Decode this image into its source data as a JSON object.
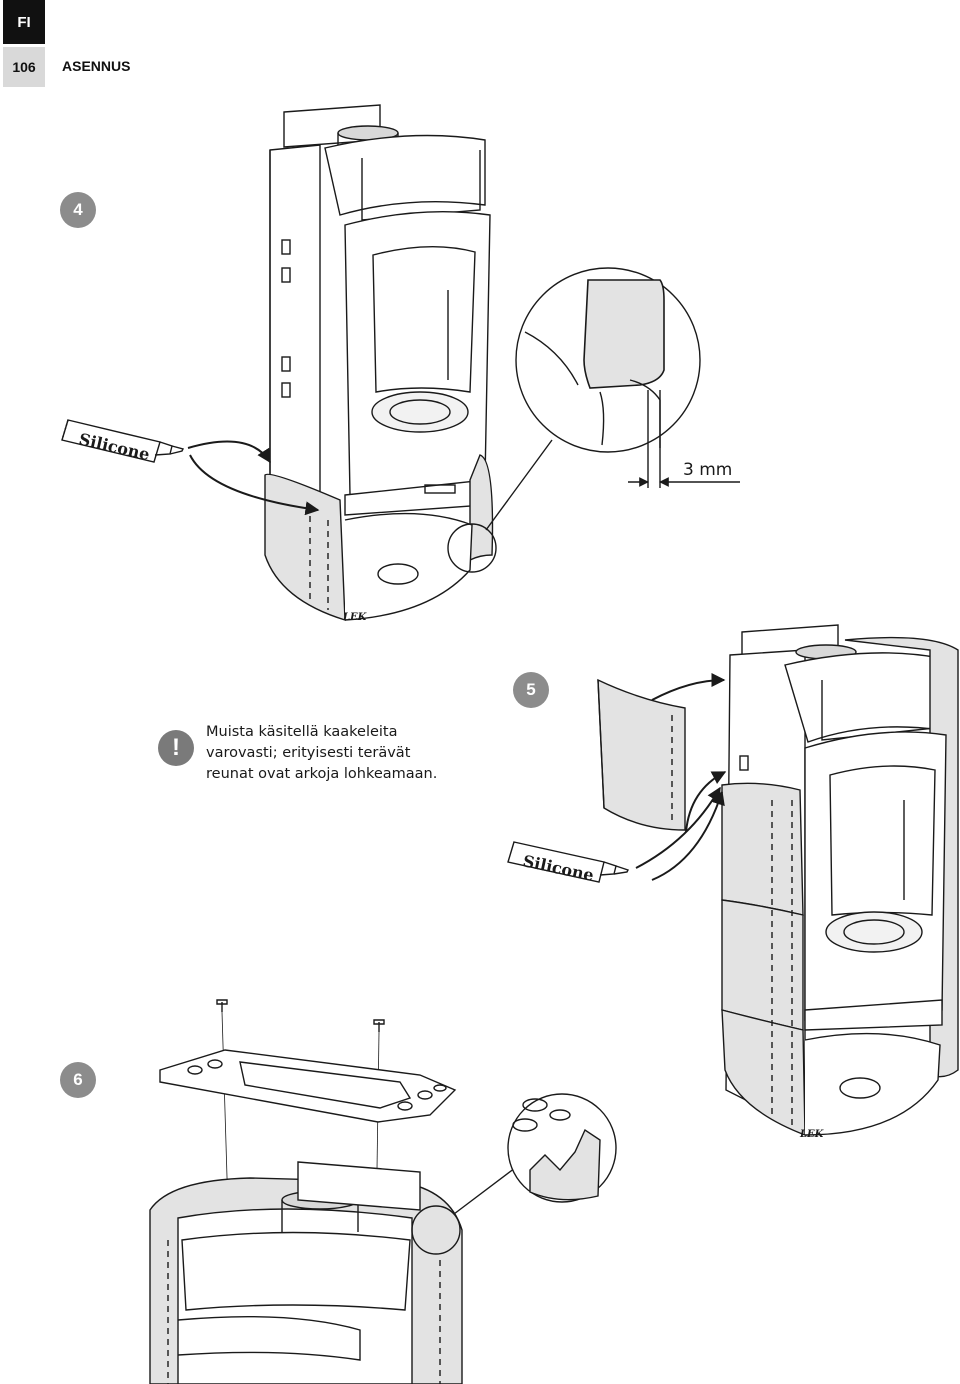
{
  "header": {
    "language": "FI",
    "page_number": "106",
    "section_title": "ASENNUS"
  },
  "steps": [
    {
      "number": "4"
    },
    {
      "number": "5"
    },
    {
      "number": "6"
    }
  ],
  "warning": {
    "text": "Muista käsitellä kaakeleita varovasti; erityisesti terävät reunat ovat arkoja lohkeamaan."
  },
  "labels": {
    "silicone": "Silicone",
    "dimension": "3 mm",
    "brand": "LEK"
  },
  "colors": {
    "tile_fill": "#e3e3e3",
    "line": "#1a1a1a",
    "step_badge": "#8c8c8c",
    "tab_dark": "#111111"
  },
  "icons": [
    "exclamation-icon",
    "silicone-tube-icon",
    "arrow-icon",
    "magnifier-circle-icon"
  ]
}
